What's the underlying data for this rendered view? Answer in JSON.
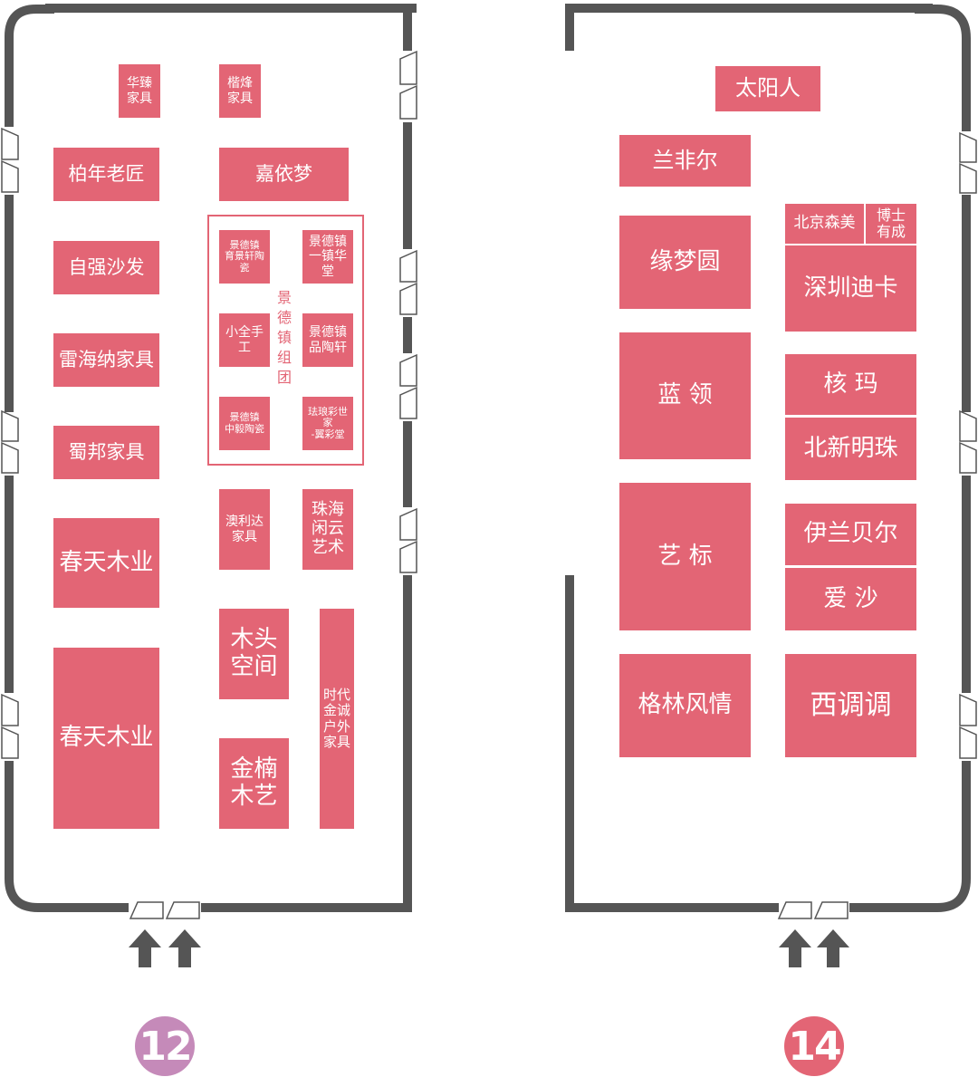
{
  "colors": {
    "booth": "#e36575",
    "wall": "#555555",
    "hall12_badge": "#c58ab9",
    "hall14_badge": "#e36575"
  },
  "halls": [
    {
      "number": "12",
      "booths": [
        {
          "id": "huazhen",
          "label": "华臻\n家具"
        },
        {
          "id": "kaifeng",
          "label": "楷烽\n家具"
        },
        {
          "id": "bainian",
          "label": "柏年老匠"
        },
        {
          "id": "jiayimeng",
          "label": "嘉依梦"
        },
        {
          "id": "ziqiang",
          "label": "自强沙发"
        },
        {
          "id": "leihaina",
          "label": "雷海纳家具"
        },
        {
          "id": "shubang",
          "label": "蜀邦家具"
        },
        {
          "id": "chuntian-1",
          "label": "春天木业"
        },
        {
          "id": "chuntian-2",
          "label": "春天木业"
        },
        {
          "id": "aolida",
          "label": "澳利达\n家具"
        },
        {
          "id": "zhuhai",
          "label": "珠海\n闲云\n艺术"
        },
        {
          "id": "mutou",
          "label": "木头\n空间"
        },
        {
          "id": "jinnan",
          "label": "金楠\n木艺"
        },
        {
          "id": "shidai",
          "label": "时代\n金诚\n户外\n家具"
        }
      ],
      "group": {
        "label": "景\n德\n镇\n组\n团",
        "booths": [
          {
            "id": "jdz-yujing",
            "label": "景德镇\n育景轩陶瓷"
          },
          {
            "id": "jdz-yizhen",
            "label": "景德镇\n一镇华堂"
          },
          {
            "id": "xiaoquan",
            "label": "小全手工"
          },
          {
            "id": "jdz-pin",
            "label": "景德镇\n品陶轩"
          },
          {
            "id": "jdz-zhongyi",
            "label": "景德镇\n中毅陶瓷"
          },
          {
            "id": "falang",
            "label": "珐琅彩世家\n-翼彩堂"
          }
        ]
      }
    },
    {
      "number": "14",
      "booths": [
        {
          "id": "taiyangren",
          "label": "太阳人"
        },
        {
          "id": "lanfeier",
          "label": "兰非尔"
        },
        {
          "id": "yuanmengyuan",
          "label": "缘梦圆"
        },
        {
          "id": "lanling",
          "label": "蓝 领"
        },
        {
          "id": "yibiao",
          "label": "艺 标"
        },
        {
          "id": "gelin",
          "label": "格林风情"
        },
        {
          "id": "beijingsenmei",
          "label": "北京森美"
        },
        {
          "id": "boshi",
          "label": "博士\n有成"
        },
        {
          "id": "shenzhendika",
          "label": "深圳迪卡"
        },
        {
          "id": "hema",
          "label": "核 玛"
        },
        {
          "id": "beixin",
          "label": "北新明珠"
        },
        {
          "id": "yilanbeier",
          "label": "伊兰贝尔"
        },
        {
          "id": "aisha",
          "label": "爱 沙"
        },
        {
          "id": "xitiaotiao",
          "label": "西调调"
        }
      ]
    }
  ]
}
